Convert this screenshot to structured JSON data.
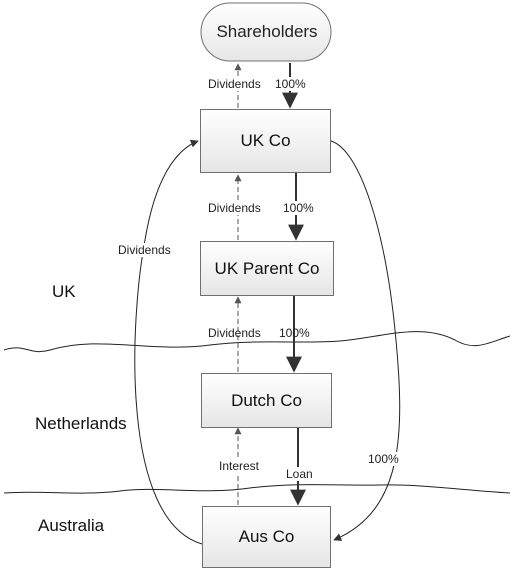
{
  "nodes": {
    "shareholders": "Shareholders",
    "uk_co": "UK Co",
    "uk_parent_co": "UK Parent Co",
    "dutch_co": "Dutch Co",
    "aus_co": "Aus Co"
  },
  "regions": {
    "uk": "UK",
    "netherlands": "Netherlands",
    "australia": "Australia"
  },
  "edge_labels": {
    "dividends_uk_to_shareholders": "Dividends",
    "ownership_shareholders_uk": "100%",
    "dividends_parent_to_uk": "Dividends",
    "ownership_uk_parent": "100%",
    "dividends_aus_to_uk": "Dividends",
    "dividends_dutch_to_parent": "Dividends",
    "ownership_parent_dutch": "100%",
    "interest_aus_to_dutch": "Interest",
    "loan_dutch_to_aus": "Loan",
    "ownership_uk_aus": "100%"
  }
}
